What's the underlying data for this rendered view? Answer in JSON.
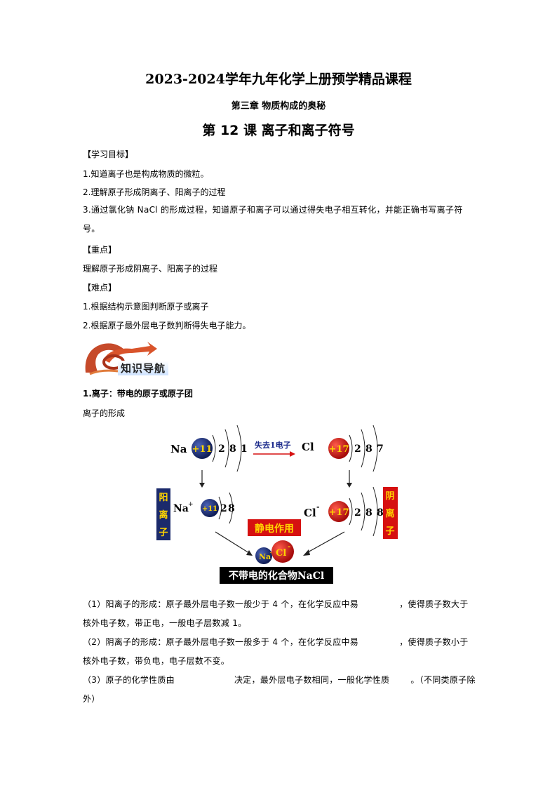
{
  "header": {
    "title": "2023-2024学年九年化学上册预学精品课程",
    "chapter": "第三章 物质构成的奥秘",
    "lesson": "第 12 课 离子和离子符号"
  },
  "objectives": {
    "heading": "【学习目标】",
    "items": [
      "1.知道离子也是构成物质的微粒。",
      "2.理解原子形成阴离子、阳离子的过程",
      "3.通过氯化钠 NaCl 的形成过程，知道原子和离子可以通过得失电子相互转化，并能正确书写离子符号。"
    ]
  },
  "key_points": {
    "heading": "【重点】",
    "text": "理解原子形成阴离子、阳离子的过程"
  },
  "difficulties": {
    "heading": "【难点】",
    "items": [
      "1.根据结构示意图判断原子或离子",
      "2.根据原子最外层电子数判断得失电子能力。"
    ]
  },
  "nav_label": "知识导航",
  "section1": {
    "heading": "1.离子：带电的原子或原子团",
    "subheading": "离子的形成"
  },
  "diagram": {
    "na_symbol": "Na",
    "na_nucleus": "+11",
    "na_shells": [
      "2",
      "8",
      "1"
    ],
    "transfer_label": "失去1电子",
    "cl_symbol": "Cl",
    "cl_nucleus": "+17",
    "cl_shells": [
      "2",
      "8",
      "7"
    ],
    "cation_box": [
      "阳",
      "离",
      "子"
    ],
    "na_ion_symbol": "Na",
    "na_ion_charge": "+",
    "na_ion_nucleus": "+11",
    "na_ion_shells": [
      "2",
      "8"
    ],
    "cl_ion_symbol": "Cl",
    "cl_ion_charge": "-",
    "cl_ion_nucleus": "+17",
    "cl_ion_shells": [
      "2",
      "8",
      "8"
    ],
    "anion_box": [
      "阴",
      "离",
      "子"
    ],
    "force_label": "静电作用",
    "product_na": "Na",
    "product_na_charge": "+",
    "product_cl": "Cl",
    "product_cl_charge": "-",
    "product_label": "不带电的化合物NaCl",
    "colors": {
      "navy": "#1b2a6b",
      "red": "#d61010",
      "yellow": "#ffd400",
      "dark_red": "#a80d0d"
    }
  },
  "points": [
    {
      "before": "（1）阳离子的形成：原子最外层电子数一般少于 4 个，在化学反应中易",
      "after": "，使得质子数大于核外电子数，带正电，一般电子层数减 1。"
    },
    {
      "before": "（2）阴离子的形成：原子最外层电子数一般多于 4 个，在化学反应中易",
      "after": "，使得质子数小于核外电子数，带负电，电子层数不变。"
    },
    {
      "before": "（3）原子的化学性质由",
      "middle": "决定，最外层电子数相同，一般化学性质",
      "after": "。（不同类原子除外）"
    }
  ]
}
